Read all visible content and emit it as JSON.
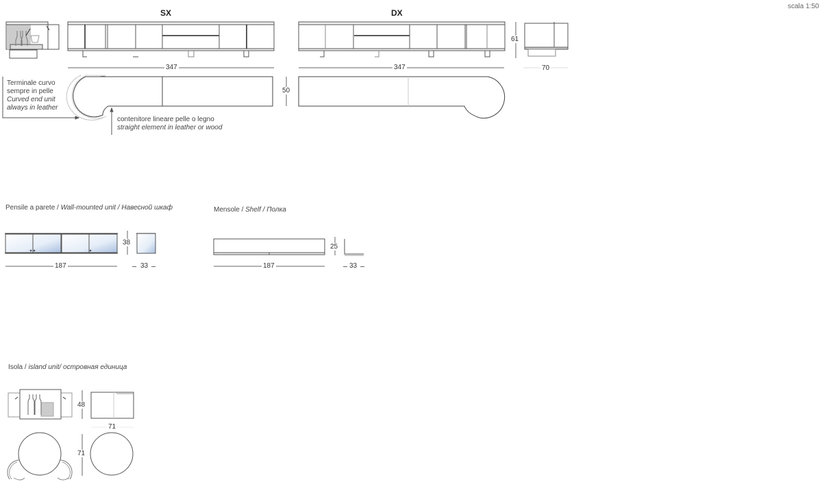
{
  "scale_label": "scala 1:50",
  "sideboard": {
    "left_title": "SX",
    "right_title": "DX",
    "width_left": "347",
    "width_right": "347",
    "height": "61",
    "depth": "70",
    "plan_depth": "50",
    "curved_end_label": {
      "it_line1": "Terminale curvo",
      "it_line2": "sempre in pelle",
      "en_line1": "Curved end unit",
      "en_line2": "always in leather"
    },
    "straight_label": {
      "it": "contenitore lineare pelle o legno",
      "en": "straight element in leather or wood"
    }
  },
  "wall_unit": {
    "title_it": "Pensile a parete / ",
    "title_en": "Wall-mounted unit / Навесной шкаф",
    "width": "187",
    "height": "38",
    "depth": "33"
  },
  "shelf": {
    "title_it": "Mensole / ",
    "title_en": "Shelf / Полка",
    "width": "187",
    "height": "25",
    "depth": "33"
  },
  "island": {
    "title_it": "Isola / ",
    "title_en": "island unit/ островная единица",
    "height": "48",
    "width": "71",
    "plan_width": "71"
  }
}
